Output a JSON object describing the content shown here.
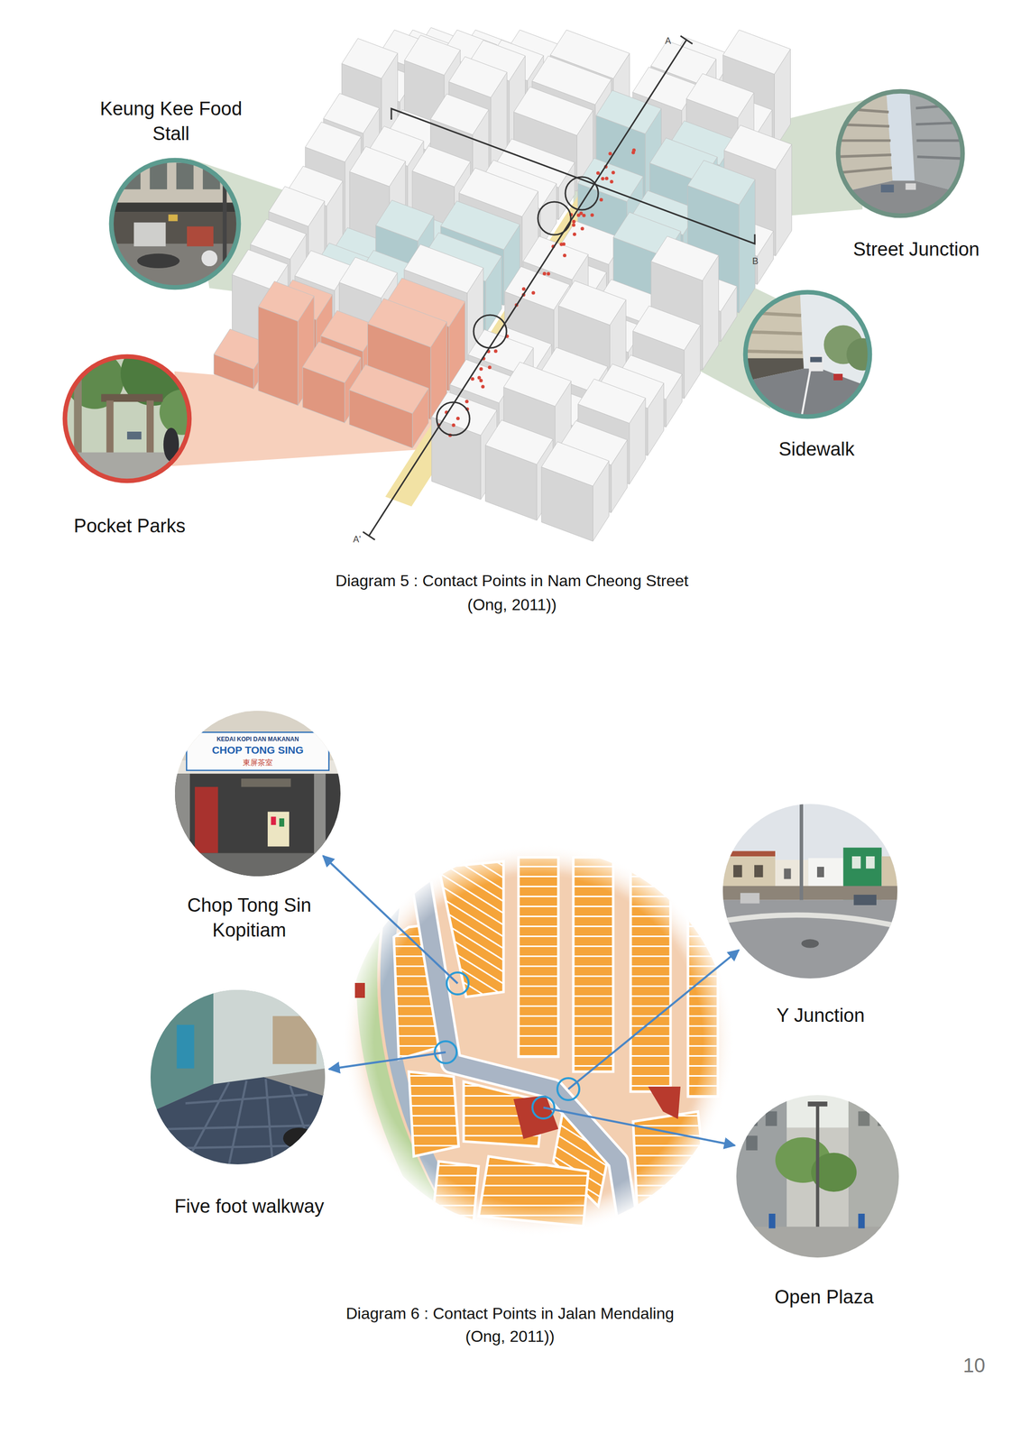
{
  "diagram": {
    "nodes": [
      {
        "text": [
          "Keung Kee Food Stall"
        ]
      },
      {
        "text": [
          "Street Junction"
        ]
      },
      {
        "text": [
          "Sidewalk"
        ]
      },
      {
        "text": [
          "Pocket Parks"
        ]
      },
      {
        "text": [
          "Chop Tong Sin Kopitiam"
        ]
      },
      {
        "text": [
          "Y Junction"
        ]
      },
      {
        "text": [
          "Five foot walkway"
        ]
      },
      {
        "text": [
          "Open Plaza"
        ]
      }
    ],
    "labels": [
      "A",
      "B",
      "A'",
      "Diagram 5 : Contact Points in Nam Cheong Street (Ong, 2011))",
      "KEDAI KOPI DAN MAKANAN",
      "CHOP TONG SING",
      "東屏茶室",
      "Diagram 6 : Contact Points in Jalan Mendaling (Ong, 2011))",
      "10"
    ]
  }
}
